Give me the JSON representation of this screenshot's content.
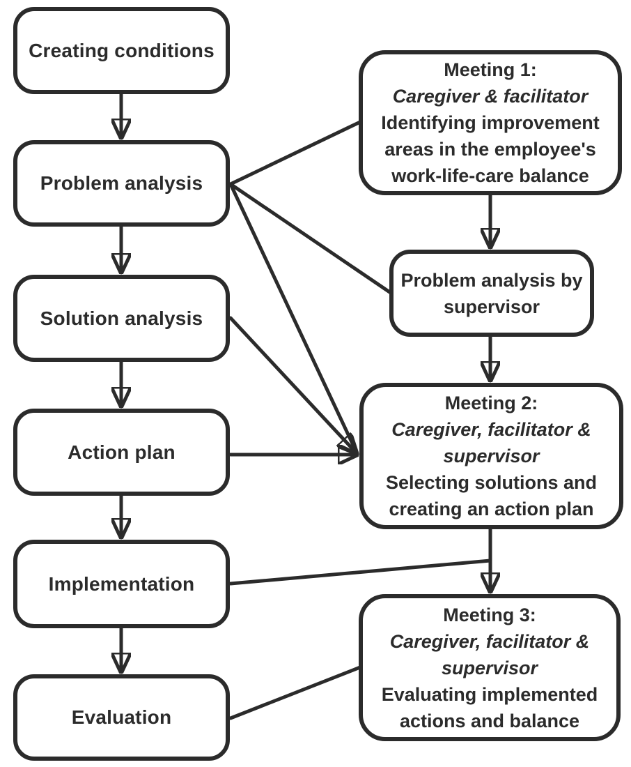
{
  "flowchart": {
    "colors": {
      "stroke": "#2b2b2b",
      "text": "#2b2b2b",
      "box_fill": "#ffffff",
      "background": "#ffffff"
    },
    "steps": {
      "creating_conditions": "Creating conditions",
      "problem_analysis": "Problem analysis",
      "solution_analysis": "Solution analysis",
      "action_plan": "Action plan",
      "implementation": "Implementation",
      "evaluation": "Evaluation"
    },
    "supervisor_box": {
      "line1": "Problem analysis by",
      "line2": "supervisor"
    },
    "meeting1": {
      "title": "Meeting 1:",
      "participants": "Caregiver & facilitator",
      "desc1": "Identifying improvement",
      "desc2": "areas in the employee's",
      "desc3": "work-life-care balance"
    },
    "meeting2": {
      "title": "Meeting 2:",
      "participants1": "Caregiver, facilitator &",
      "participants2": "supervisor",
      "desc1": "Selecting solutions and",
      "desc2": "creating an action plan"
    },
    "meeting3": {
      "title": "Meeting 3:",
      "participants1": "Caregiver, facilitator &",
      "participants2": "supervisor",
      "desc1": "Evaluating implemented",
      "desc2": "actions and balance"
    },
    "edges": [
      {
        "from": "Creating conditions",
        "to": "Problem analysis",
        "arrow": true
      },
      {
        "from": "Problem analysis",
        "to": "Solution analysis",
        "arrow": true
      },
      {
        "from": "Solution analysis",
        "to": "Action plan",
        "arrow": true
      },
      {
        "from": "Action plan",
        "to": "Implementation",
        "arrow": true
      },
      {
        "from": "Implementation",
        "to": "Evaluation",
        "arrow": true
      },
      {
        "from": "Problem analysis",
        "to": "Meeting 1",
        "arrow": false
      },
      {
        "from": "Problem analysis",
        "to": "Problem analysis by supervisor",
        "arrow": false
      },
      {
        "from": "Problem analysis",
        "to": "Meeting 2",
        "arrow": true
      },
      {
        "from": "Meeting 1",
        "to": "Problem analysis by supervisor",
        "arrow": true
      },
      {
        "from": "Problem analysis by supervisor",
        "to": "Meeting 2",
        "arrow": true
      },
      {
        "from": "Solution analysis",
        "to": "Meeting 2",
        "arrow": true
      },
      {
        "from": "Action plan",
        "to": "Meeting 2",
        "arrow": true
      },
      {
        "from": "Meeting 2",
        "to": "Meeting 3",
        "arrow": true
      },
      {
        "from": "Implementation",
        "to": "Meeting 3",
        "arrow": true
      },
      {
        "from": "Evaluation",
        "to": "Meeting 3",
        "arrow": false
      }
    ]
  }
}
